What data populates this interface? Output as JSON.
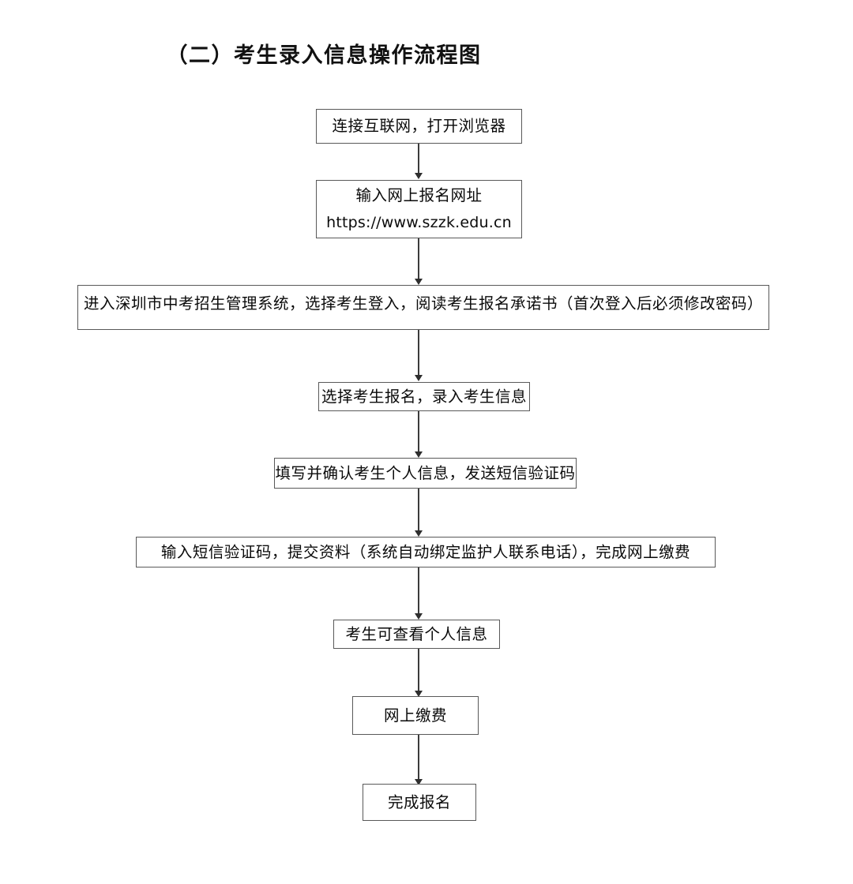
{
  "title": "（二）考生录入信息操作流程图",
  "diagram": {
    "type": "flowchart",
    "orientation": "vertical",
    "nodes": [
      {
        "id": "node-connect-internet",
        "name": "connect-internet",
        "text": "连接互联网，打开浏览器",
        "lines": [
          "连接互联网，打开浏览器"
        ]
      },
      {
        "id": "node-enter-url",
        "name": "enter-registration-url",
        "text": "输入网上报名网址 https://www.szzk.edu.cn",
        "line1": "输入网上报名网址",
        "line2": "https://www.szzk.edu.cn"
      },
      {
        "id": "node-enter-system",
        "name": "enter-admission-system",
        "text": "进入深圳市中考招生管理系统，选择考生登入，阅读考生报名承诺书（首次登入后必须修改密码）"
      },
      {
        "id": "node-select-registration",
        "name": "select-candidate-registration",
        "text": "选择考生报名，录入考生信息"
      },
      {
        "id": "node-fill-confirm",
        "name": "fill-confirm-personal-info",
        "text": "填写并确认考生个人信息，发送短信验证码"
      },
      {
        "id": "node-verify-submit",
        "name": "enter-sms-code-submit",
        "text": "输入短信验证码，提交资料（系统自动绑定监护人联系电话），完成网上缴费"
      },
      {
        "id": "node-view-info",
        "name": "view-personal-info",
        "text": "考生可查看个人信息"
      },
      {
        "id": "node-online-payment",
        "name": "online-payment",
        "text": "网上缴费"
      },
      {
        "id": "node-finish",
        "name": "finish-registration",
        "text": "完成报名"
      }
    ],
    "edges": [
      {
        "from": "node-connect-internet",
        "to": "node-enter-url"
      },
      {
        "from": "node-enter-url",
        "to": "node-enter-system"
      },
      {
        "from": "node-enter-system",
        "to": "node-select-registration"
      },
      {
        "from": "node-select-registration",
        "to": "node-fill-confirm"
      },
      {
        "from": "node-fill-confirm",
        "to": "node-verify-submit"
      },
      {
        "from": "node-verify-submit",
        "to": "node-view-info"
      },
      {
        "from": "node-view-info",
        "to": "node-online-payment"
      },
      {
        "from": "node-online-payment",
        "to": "node-finish"
      }
    ],
    "colors": {
      "background": "#ffffff",
      "box_border": "#595959",
      "connector": "#3c3c3c",
      "text": "#0a0a0a"
    }
  }
}
